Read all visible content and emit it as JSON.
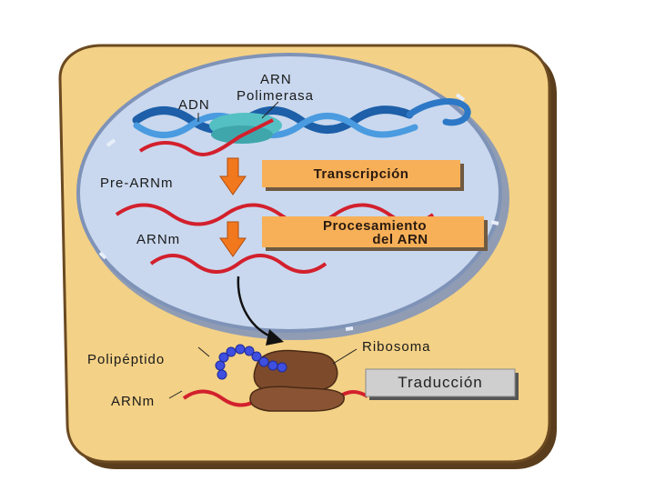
{
  "labels": {
    "arn_polimerasa_line1": "ARN",
    "arn_polimerasa_line2": "Polimerasa",
    "adn": "ADN",
    "pre_arnm": "Pre-ARNm",
    "arnm_nucleus": "ARNm",
    "polipeptido": "Polipéptido",
    "ribosoma": "Ribosoma",
    "arnm_cytoplasm": "ARNm"
  },
  "process_boxes": {
    "transcripcion": "Transcripción",
    "procesamiento_line1": "Procesamiento",
    "procesamiento_line2": "del ARN",
    "traduccion": "Traducción"
  },
  "colors": {
    "cell": "#f3d186",
    "cell_border": "#6b4a22",
    "nucleus": "#c9d8ee",
    "nucleus_border": "#7f93b8",
    "dna": "#2c78c6",
    "rna": "#d3202d",
    "polymerase": "#54c0c4",
    "arrow": "#f2781e",
    "orange_box": "#f7b058",
    "ribosome": "#7d4a2c",
    "polypeptide": "#3f4fe0"
  }
}
